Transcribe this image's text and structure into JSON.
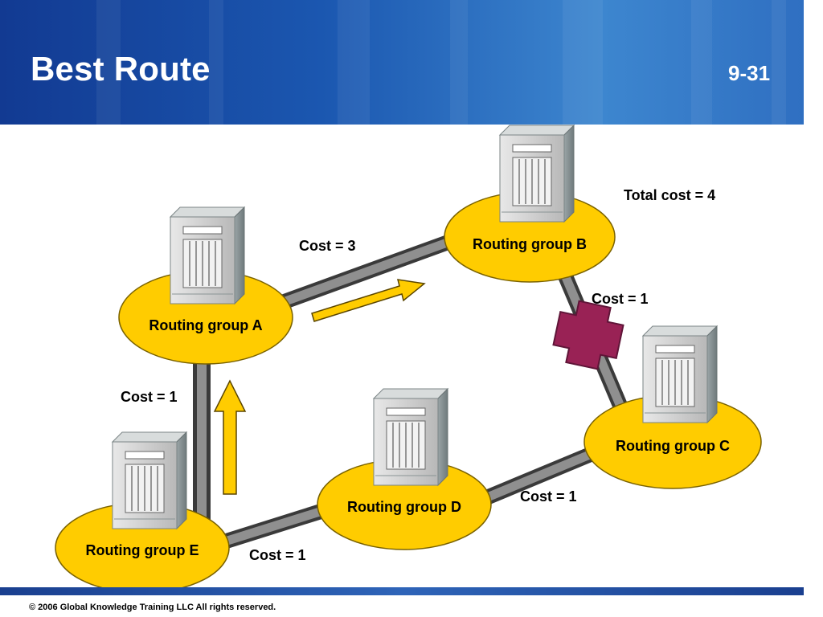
{
  "slide": {
    "title": "Best Route",
    "number": "9-31",
    "copyright": "© 2006 Global Knowledge Training LLC All rights reserved."
  },
  "colors": {
    "header_blue": "#1b57b0",
    "node_fill": "#ffcc00",
    "link_gray": "#555555",
    "route_arrow": "#ffcc00",
    "failure_marker": "#992255"
  },
  "nodes": [
    {
      "id": "A",
      "label": "Routing group A",
      "icon": "server-icon"
    },
    {
      "id": "B",
      "label": "Routing group B",
      "icon": "server-icon"
    },
    {
      "id": "C",
      "label": "Routing group C",
      "icon": "server-icon"
    },
    {
      "id": "D",
      "label": "Routing group D",
      "icon": "server-icon"
    },
    {
      "id": "E",
      "label": "Routing group E",
      "icon": "server-icon"
    }
  ],
  "links": [
    {
      "from": "A",
      "to": "B",
      "cost_label": "Cost = 3"
    },
    {
      "from": "B",
      "to": "C",
      "cost_label": "Cost = 1",
      "failed": true
    },
    {
      "from": "C",
      "to": "D",
      "cost_label": "Cost = 1"
    },
    {
      "from": "D",
      "to": "E",
      "cost_label": "Cost = 1"
    },
    {
      "from": "E",
      "to": "A",
      "cost_label": "Cost = 1"
    }
  ],
  "total_cost_label": "Total cost = 4",
  "route_arrows": [
    "route-arrow-up-icon",
    "route-arrow-diagonal-icon"
  ]
}
